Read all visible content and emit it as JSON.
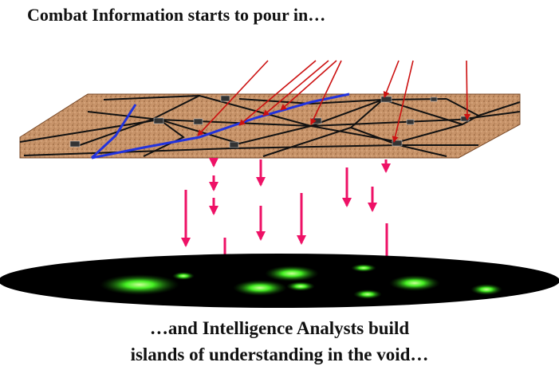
{
  "title": "Combat Information starts to pour in…",
  "caption": {
    "line1": "…and Intelligence Analysts build",
    "line2": "islands of understanding in the void…"
  },
  "colors": {
    "terrain": "#c8946a",
    "terrain_edge": "#7a4a28",
    "road": "#2233dd",
    "info_arrow": "#cc1111",
    "flow_arrow": "#ee1166",
    "void": "#000000",
    "island": "#44ee22"
  },
  "icons": [
    "unit-marker-icon",
    "info-arrow-icon",
    "flow-arrow-icon",
    "understanding-island-icon"
  ]
}
